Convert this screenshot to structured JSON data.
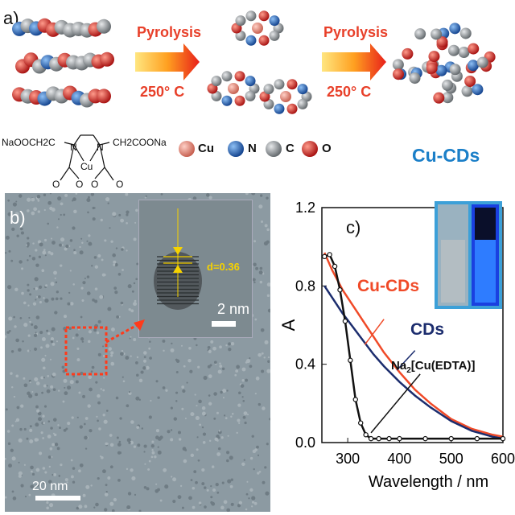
{
  "panel_a": {
    "label": "a)",
    "step1": {
      "label": "Pyrolysis",
      "temp": "250° C"
    },
    "step2": {
      "label": "Pyrolysis",
      "temp": "250° C"
    },
    "product": "Cu-CDs",
    "legend": [
      {
        "symbol": "Cu",
        "color": "#e88878"
      },
      {
        "symbol": "N",
        "color": "#1e5fb4"
      },
      {
        "symbol": "C",
        "color": "#8c9196"
      },
      {
        "symbol": "O",
        "color": "#d21e1e"
      }
    ],
    "structure": {
      "left_group": "NaOOCH2C",
      "right_group": "CH2COONa",
      "n_left": "N",
      "n_right": "N",
      "metal": "Cu",
      "o1": "O",
      "o2": "O",
      "o3": "O",
      "o4": "O"
    }
  },
  "panel_b": {
    "label": "b)",
    "lattice": "d=0.36",
    "inset_scale": "2 nm",
    "main_scale": "20 nm"
  },
  "panel_c": {
    "label": "c)",
    "series_labels": {
      "cu_cds": "Cu-CDs",
      "cds": "CDs",
      "edta": "Na2[Cu(EDTA)]"
    }
  },
  "chart_data": {
    "type": "line",
    "xlabel": "Wavelength / nm",
    "ylabel": "A",
    "xlim": [
      250,
      600
    ],
    "ylim": [
      0,
      1.2
    ],
    "xticks": [
      300,
      400,
      500,
      600
    ],
    "yticks": [
      "0.0",
      "0.4",
      "0.8",
      "1.2"
    ],
    "series": [
      {
        "name": "Cu-CDs",
        "color": "#f04a28",
        "x": [
          255,
          270,
          290,
          310,
          330,
          350,
          370,
          400,
          430,
          460,
          500,
          540,
          580,
          600
        ],
        "y": [
          0.97,
          0.88,
          0.78,
          0.7,
          0.62,
          0.54,
          0.46,
          0.36,
          0.27,
          0.2,
          0.12,
          0.07,
          0.04,
          0.03
        ]
      },
      {
        "name": "CDs",
        "color": "#1c2d6e",
        "x": [
          255,
          270,
          290,
          310,
          330,
          350,
          370,
          400,
          430,
          460,
          500,
          540,
          580,
          600
        ],
        "y": [
          0.8,
          0.74,
          0.66,
          0.59,
          0.52,
          0.45,
          0.39,
          0.31,
          0.24,
          0.18,
          0.11,
          0.06,
          0.03,
          0.02
        ]
      },
      {
        "name": "Na2[Cu(EDTA)]",
        "color": "#111111",
        "x": [
          255,
          265,
          275,
          285,
          295,
          305,
          315,
          325,
          335,
          345,
          360,
          380,
          400,
          450,
          500,
          550,
          600
        ],
        "y": [
          0.95,
          0.96,
          0.9,
          0.78,
          0.62,
          0.42,
          0.22,
          0.1,
          0.04,
          0.02,
          0.02,
          0.02,
          0.02,
          0.02,
          0.02,
          0.02,
          0.02
        ]
      }
    ]
  }
}
